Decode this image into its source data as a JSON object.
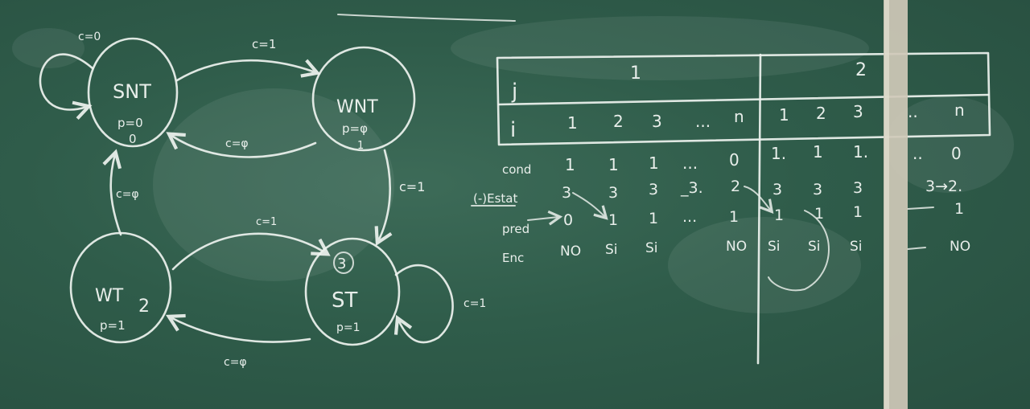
{
  "diagram": {
    "states": [
      {
        "id": "snt",
        "label": "SNT",
        "sub": "p=0",
        "num": "0"
      },
      {
        "id": "wnt",
        "label": "WNT",
        "sub": "p=φ",
        "num": "1"
      },
      {
        "id": "wt",
        "label": "WT",
        "sub": "p=1",
        "num": "2"
      },
      {
        "id": "st",
        "label": "ST",
        "sub": "p=1",
        "num": "3"
      }
    ],
    "transitions": {
      "snt_self": "c=0",
      "snt_to_wnt": "c=1",
      "wnt_to_snt": "c=φ",
      "wt_to_snt": "c=φ",
      "wnt_to_st": "c=1",
      "wt_to_st": "c=1",
      "st_to_wt": "c=φ",
      "st_self": "c=1"
    }
  },
  "table": {
    "j_label": "j",
    "i_label": "i",
    "group1": "1",
    "group2": "2",
    "i_cells": [
      "1",
      "2",
      "3",
      "...",
      "n",
      "1",
      "2",
      "3",
      "..",
      "n"
    ],
    "rows": [
      {
        "label": "cond",
        "cells": [
          "1",
          "1",
          "1",
          "...",
          "0",
          "1.",
          "1",
          "1.",
          "..",
          "0"
        ]
      },
      {
        "label": "(-)Estat",
        "cells": [
          "3",
          "3",
          "3",
          "_3.",
          "2",
          "3",
          "3",
          "3",
          "",
          "3→2."
        ]
      },
      {
        "label": "pred",
        "cells": [
          "0",
          "1",
          "1",
          "...",
          "1",
          "1",
          "1",
          "1",
          "",
          "1"
        ]
      },
      {
        "label": "Enc",
        "cells": [
          "NO",
          "Si",
          "Si",
          "",
          "NO",
          "Si",
          "Si",
          "Si",
          "",
          "NO"
        ]
      }
    ]
  }
}
